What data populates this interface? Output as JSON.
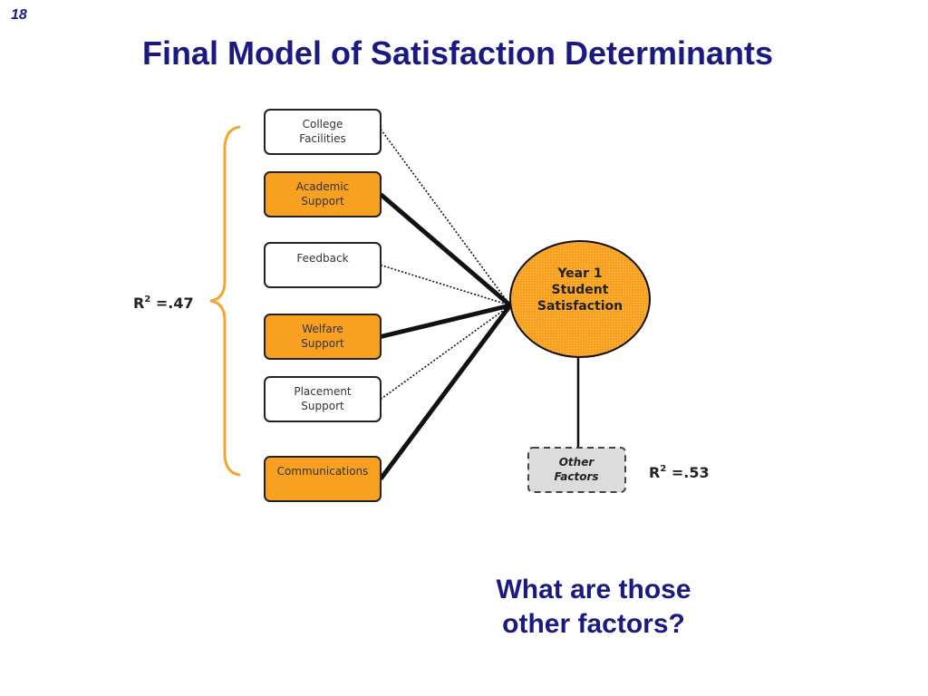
{
  "slide": {
    "page_number": "18",
    "title": "Final Model of Satisfaction Determinants",
    "question_line1": "What are those",
    "question_line2": "other factors?"
  },
  "diagram": {
    "predictors": [
      {
        "id": "college-facilities",
        "line1": "College",
        "line2": "Facilities",
        "highlight": false,
        "link": "weak"
      },
      {
        "id": "academic-support",
        "line1": "Academic",
        "line2": "Support",
        "highlight": true,
        "link": "strong"
      },
      {
        "id": "feedback",
        "line1": "Feedback",
        "line2": "",
        "highlight": false,
        "link": "weak"
      },
      {
        "id": "welfare-support",
        "line1": "Welfare",
        "line2": "Support",
        "highlight": true,
        "link": "strong"
      },
      {
        "id": "placement-support",
        "line1": "Placement",
        "line2": "Support",
        "highlight": false,
        "link": "weak"
      },
      {
        "id": "communications",
        "line1": "Communications",
        "line2": "",
        "highlight": true,
        "link": "strong"
      }
    ],
    "outcome": {
      "line1": "Year 1",
      "line2": "Student",
      "line3": "Satisfaction"
    },
    "other_factors": {
      "line1": "Other",
      "line2": "Factors"
    },
    "r2_left": {
      "prefix": "R",
      "sup": "2",
      "value": " =.47"
    },
    "r2_right": {
      "prefix": "R",
      "sup": "2",
      "value": " =.53"
    },
    "colors": {
      "orange": "#f8a01f",
      "bracket": "#f5a532",
      "navy": "#1a1a80",
      "other_fill": "#dcdcdc"
    }
  }
}
